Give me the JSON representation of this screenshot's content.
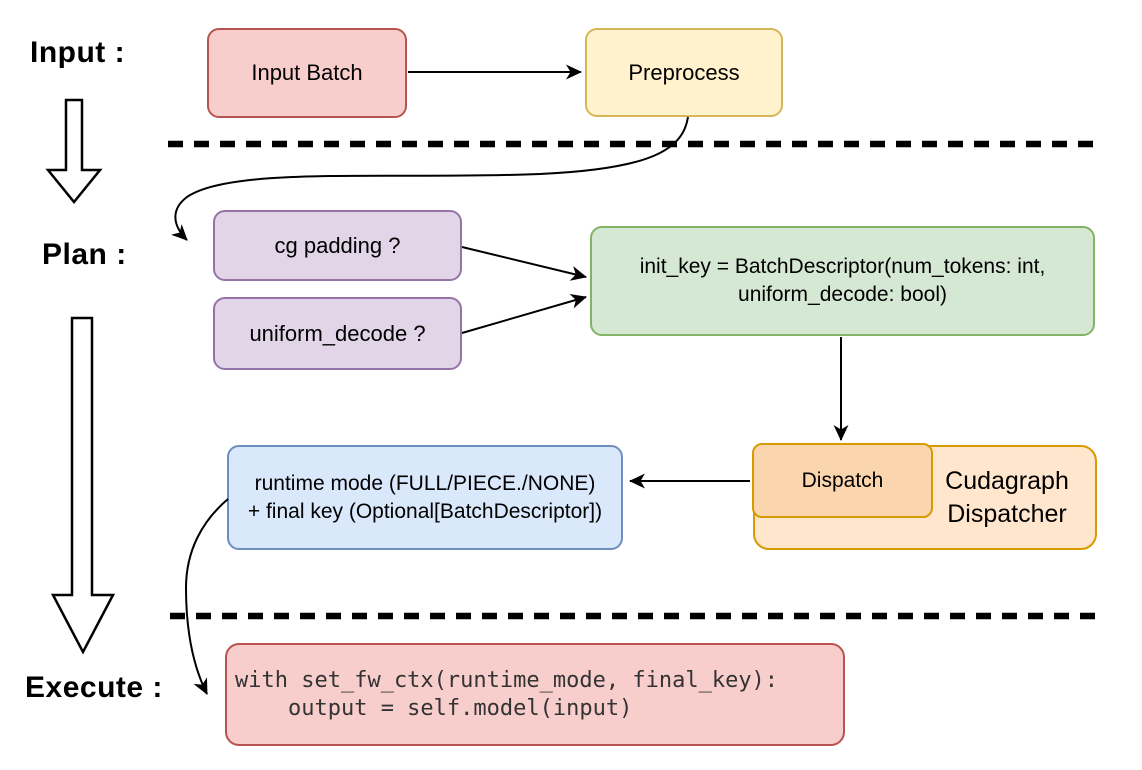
{
  "diagram": {
    "stages": {
      "input": "Input :",
      "plan": "Plan :",
      "execute": "Execute :"
    },
    "nodes": {
      "input_batch": {
        "label": "Input Batch"
      },
      "preprocess": {
        "label": "Preprocess"
      },
      "cg_padding": {
        "label": "cg padding ?"
      },
      "uniform_decode": {
        "label": "uniform_decode ?"
      },
      "init_key": {
        "lines": [
          "init_key = BatchDescriptor(num_tokens: int,",
          "uniform_decode: bool)"
        ]
      },
      "dispatch": {
        "label": "Dispatch"
      },
      "cudagraph_dispatcher": {
        "label": "Cudagraph Dispatcher"
      },
      "runtime_result": {
        "lines": [
          "runtime mode (FULL/PIECE./NONE)",
          "+ final key (Optional[BatchDescriptor])"
        ]
      },
      "execute_code": {
        "lines": [
          "with set_fw_ctx(runtime_mode, final_key):",
          "    output = self.model(input)"
        ]
      }
    },
    "colors": {
      "red_fill": "#f8cecc",
      "red_stroke": "#b85450",
      "yellow_fill": "#fff2cc",
      "yellow_stroke": "#d6b656",
      "purple_fill": "#e1d5e7",
      "purple_stroke": "#9673a6",
      "green_fill": "#d5e8d4",
      "green_stroke": "#82b366",
      "blue_fill": "#dae8fc",
      "blue_stroke": "#6c8ebf",
      "orange_fill": "#ffe6cc",
      "orange_stroke": "#d79b00",
      "dispatch_fill": "#fbd5ae",
      "connector": "#000000"
    }
  }
}
